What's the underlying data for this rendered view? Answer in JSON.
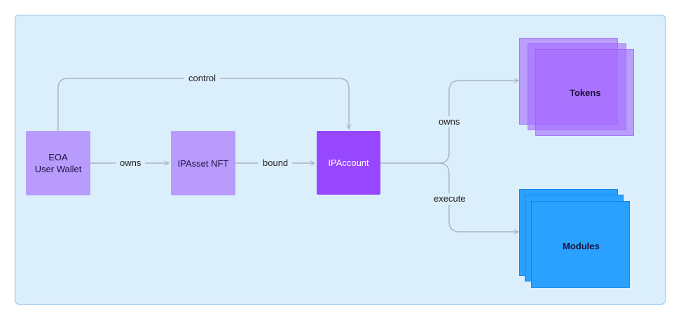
{
  "nodes": {
    "eoa": {
      "line1": "EOA",
      "line2": "User Wallet"
    },
    "ipasset": {
      "label": "IPAsset NFT"
    },
    "ipaccount": {
      "label": "IPAccount"
    },
    "tokens": {
      "label": "Tokens"
    },
    "modules": {
      "label": "Modules"
    }
  },
  "edges": {
    "control": "control",
    "owns_wallet": "owns",
    "bound": "bound",
    "owns_tokens": "owns",
    "execute": "execute"
  },
  "colors": {
    "background": "#dbeefc",
    "border": "#8fc3ee",
    "node_light": "#b99bfb",
    "node_dark": "#9747ff",
    "tokens": "#a66cff",
    "modules": "#2aa1ff",
    "connector": "#a9b3bc"
  }
}
